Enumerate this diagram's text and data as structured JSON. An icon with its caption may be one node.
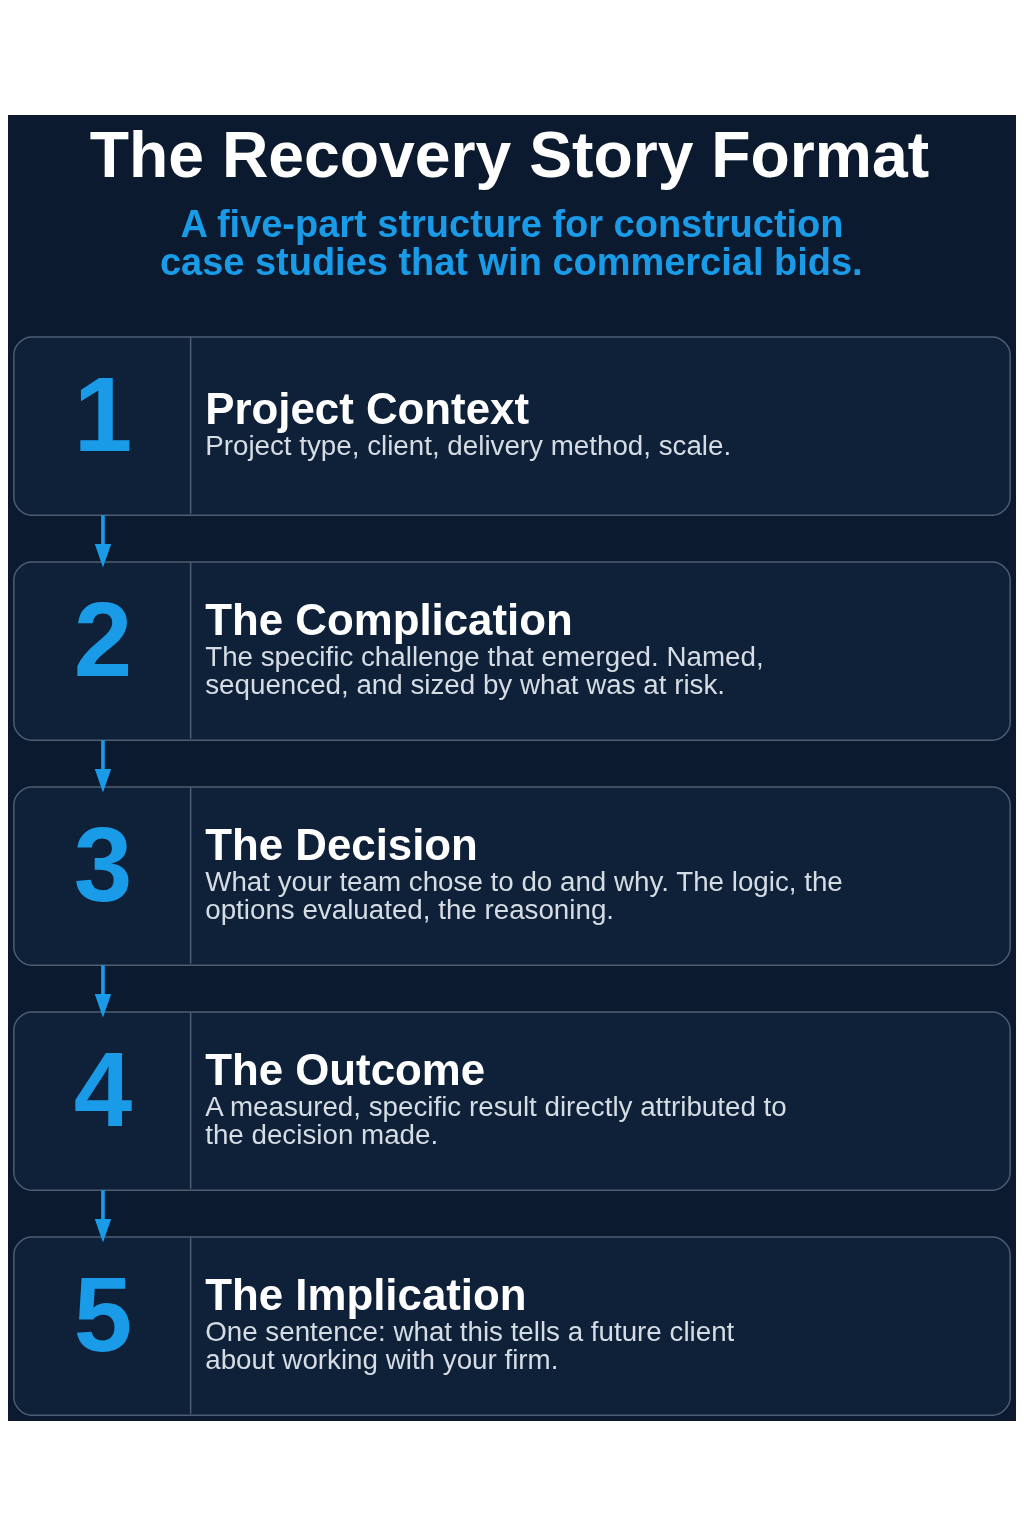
{
  "diagram": {
    "title": "The Recovery Story Format",
    "nodes": [
      {
        "text": [
          "1",
          "Project Context",
          "Project type, client, delivery method, scale."
        ]
      },
      {
        "text": [
          "2",
          "The Complication",
          "The specific challenge that emerged. Named, sequenced, and sized by what was at risk."
        ]
      },
      {
        "text": [
          "3",
          "The Decision",
          "What your team chose to do and why. The logic, the options evaluated, the reasoning."
        ]
      },
      {
        "text": [
          "4",
          "The Outcome",
          "A measured, specific result directly attributed to the decision made."
        ]
      },
      {
        "text": [
          "5",
          "The Implication",
          "One sentence: what this tells a future client about working with your firm."
        ]
      }
    ],
    "edges": [
      {
        "from": 0,
        "to": 1,
        "arrow": "to"
      },
      {
        "from": 1,
        "to": 2,
        "arrow": "to"
      },
      {
        "from": 2,
        "to": 3,
        "arrow": "to"
      },
      {
        "from": 3,
        "to": 4,
        "arrow": "to"
      }
    ],
    "labels": [
      "A five-part structure for construction case studies that win commercial bids."
    ]
  }
}
